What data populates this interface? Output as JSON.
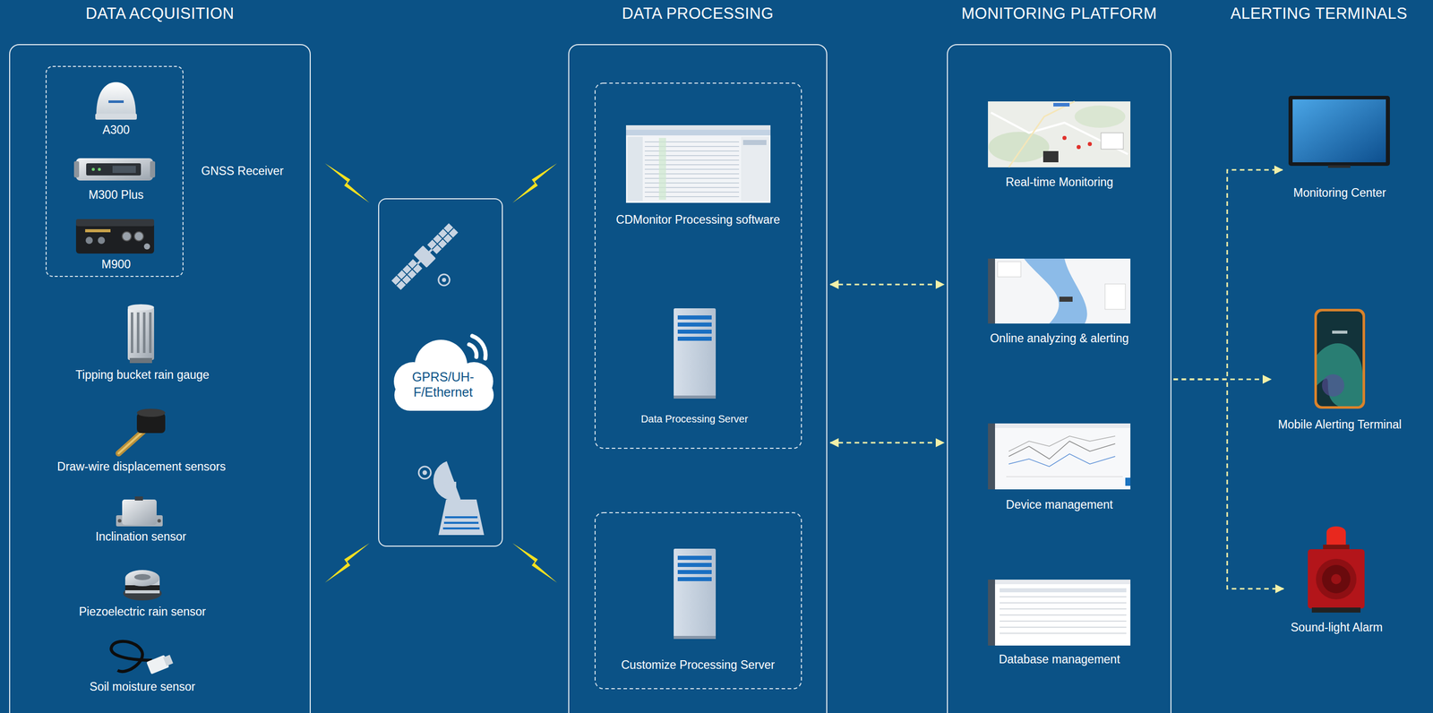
{
  "diagram": {
    "nodes": [
      {
        "text": [
          "DATA ACQUISITION"
        ]
      },
      {
        "text": [
          "GNSS Receiver"
        ],
        "in": 0
      },
      {
        "text": [
          "A300"
        ],
        "in": 1
      },
      {
        "text": [
          "M300 Plus"
        ],
        "in": 1
      },
      {
        "text": [
          "M900"
        ],
        "in": 1
      },
      {
        "text": [
          "Tipping bucket rain gauge"
        ],
        "in": 0
      },
      {
        "text": [
          "Draw-wire displacement sensors"
        ],
        "in": 0
      },
      {
        "text": [
          "Inclination sensor"
        ],
        "in": 0
      },
      {
        "text": [
          "Piezoelectric rain sensor"
        ],
        "in": 0
      },
      {
        "text": [
          "Soil moisture sensor"
        ],
        "in": 0
      },
      {
        "text": [
          "GPRS/UH- F/Ethernet"
        ]
      },
      {
        "text": [
          "DATA PROCESSING"
        ]
      },
      {
        "text": [
          "CDMonitor Processing software"
        ],
        "in": 11
      },
      {
        "text": [
          "Data Processing Server"
        ],
        "in": 11
      },
      {
        "text": [
          "Customize Processing Server"
        ],
        "in": 11
      },
      {
        "text": [
          "MONITORING PLATFORM"
        ]
      },
      {
        "text": [
          "Real-time Monitoring"
        ],
        "in": 15
      },
      {
        "text": [
          "Online analyzing & alerting"
        ],
        "in": 15
      },
      {
        "text": [
          "Device management"
        ],
        "in": 15
      },
      {
        "text": [
          "Database management"
        ],
        "in": 15
      },
      {
        "text": [
          "Monitoring Center"
        ]
      },
      {
        "text": [
          "Mobile Alerting Terminal"
        ]
      },
      {
        "text": [
          "Sound-light Alarm"
        ]
      }
    ],
    "edges": [
      {
        "from": 11,
        "to": 15,
        "arrow": "both"
      },
      {
        "from": 11,
        "to": 15,
        "arrow": "both"
      },
      {
        "from": 15,
        "to": 20,
        "arrow": "to"
      },
      {
        "from": 15,
        "to": 21,
        "arrow": "to"
      },
      {
        "from": 15,
        "to": 22,
        "arrow": "to"
      }
    ],
    "labels": [
      "ALERTING TERMINALS"
    ]
  }
}
